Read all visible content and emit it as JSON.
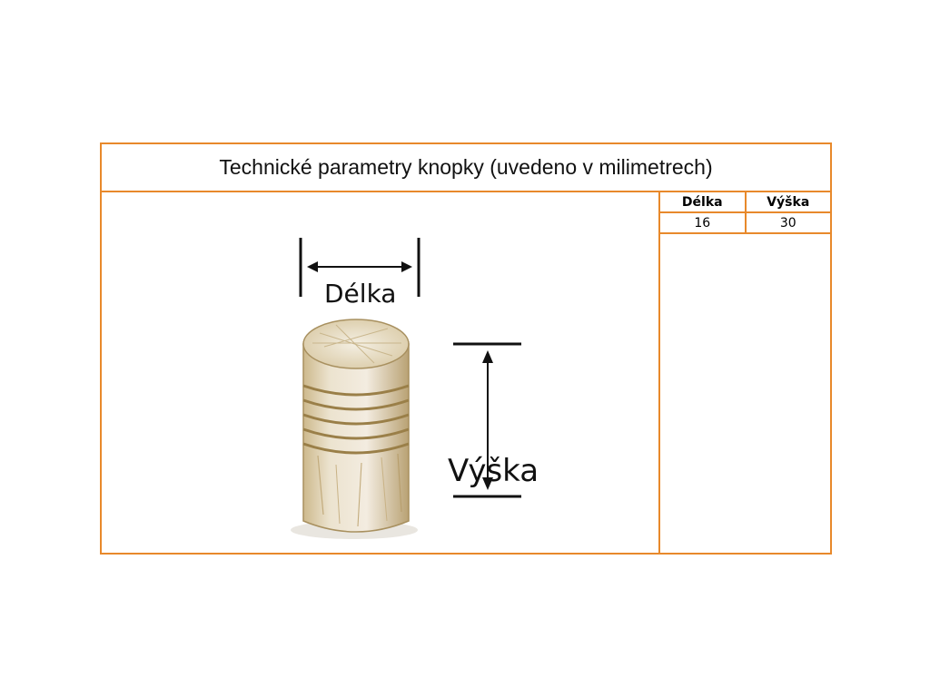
{
  "colors": {
    "accent": "#e8892b"
  },
  "title": "Technické parametry knopky (uvedeno v milimetrech)",
  "table": {
    "headers": [
      "Délka",
      "Výška"
    ],
    "rows": [
      [
        "16",
        "30"
      ]
    ]
  },
  "figure": {
    "width_label": "Délka",
    "height_label": "Výška",
    "image": "wooden-cylinder-knob"
  }
}
